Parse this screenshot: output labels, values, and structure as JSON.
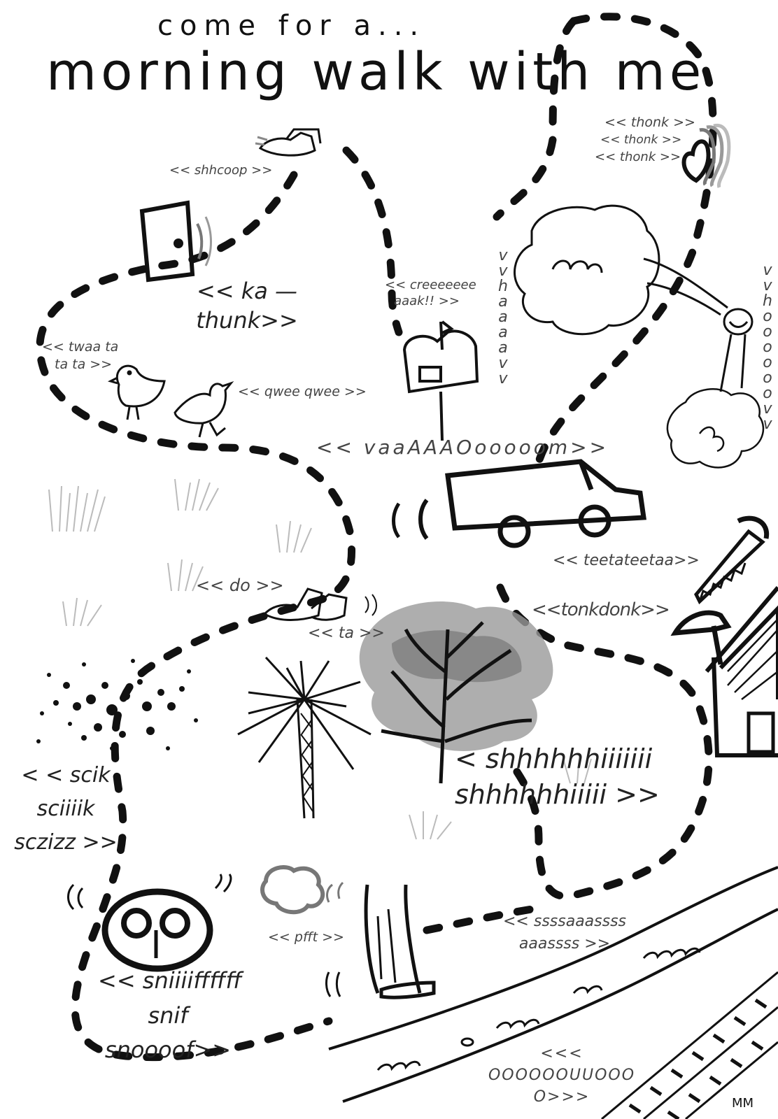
{
  "title": {
    "line1": "come for a...",
    "line2": "morning walk with me"
  },
  "sounds": {
    "shoes_top": "<< shhcoop >>",
    "door": [
      "<< ka —",
      "thunk>>"
    ],
    "birds_left": [
      "<< twaa ta",
      "ta ta >>"
    ],
    "birds_right": "<< qwee qwee >>",
    "mailbox": [
      "<< creeeeeee",
      "aaak!! >>"
    ],
    "thonk": [
      "<< thonk >>",
      "<< thonk >>",
      "<< thonk >>"
    ],
    "vhaaaa": "vvhaaaavv",
    "vhoooo": "vvhoooooovv",
    "van": "<<  vaaAAAOooooom>>",
    "saw": "<< teetateetaa>>",
    "hammer": "<<tonkdonk>>",
    "do": "<< do >>",
    "ta": "<< ta >>",
    "sprinkler": [
      "< < scik",
      "sciiiik",
      "sczizz >>"
    ],
    "tree": [
      "< shhhhhhiiiiiii",
      "shhhhhhiiiii >>"
    ],
    "pfft": "<< pfft >>",
    "sniff": [
      "<< sniiiiffffff",
      "snif",
      "snoooof>>"
    ],
    "river": [
      "<< ssssaaassss",
      "aaassss >>"
    ],
    "bottom": [
      "<<<",
      "OOOOOOUUOOO",
      "O>>>"
    ]
  },
  "signature": "MM",
  "icons": [
    "shoe-icon",
    "door-icon",
    "bird-icon",
    "mailbox-icon",
    "heart-icon",
    "cloud-icon",
    "face-icon",
    "van-icon",
    "saw-icon",
    "hammer-icon",
    "house-icon",
    "palm-tree-icon",
    "tree-icon",
    "grass-icon",
    "sprinkler-icon",
    "nose-icon",
    "legs-icon",
    "river-icon",
    "railway-icon"
  ]
}
